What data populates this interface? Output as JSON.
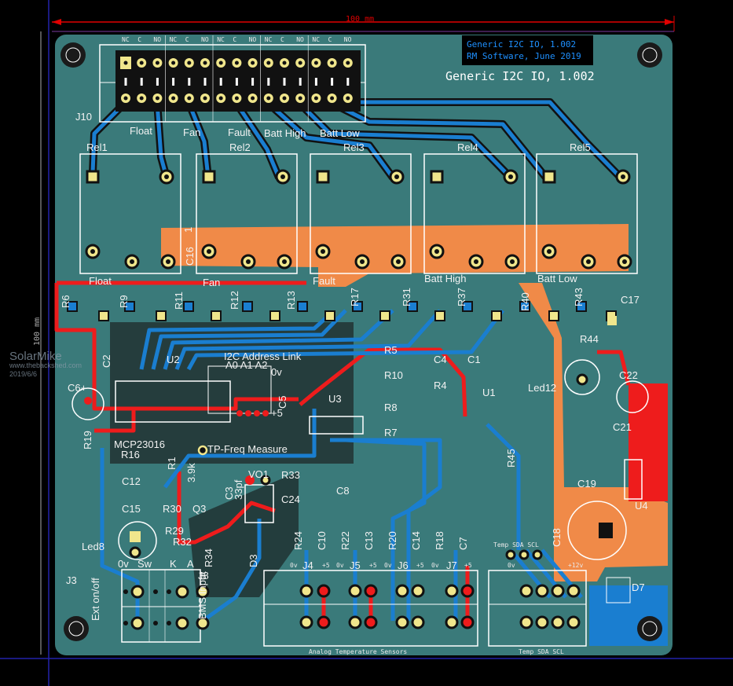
{
  "dimensions": {
    "horizontal": "100 mm",
    "vertical": "100 mm"
  },
  "watermark": {
    "name": "SolarMike",
    "site": "www.thebackshed.com",
    "date": "2019/6/6"
  },
  "title_block": {
    "line1": "Generic I2C IO, 1.002",
    "line2": "RM Software, June 2019"
  },
  "board_title": "Generic I2C IO, 1.002",
  "header_j10": {
    "ref": "J10",
    "pin_labels": [
      "NC",
      "C",
      "NO",
      "NC",
      "C",
      "NO",
      "NC",
      "C",
      "NO",
      "NC",
      "C",
      "NO",
      "NC",
      "C",
      "NO"
    ],
    "channel_labels": [
      "Float",
      "Fan",
      "Fault",
      "Batt High",
      "Batt Low"
    ]
  },
  "relays": [
    "Rel1",
    "Rel2",
    "Rel3",
    "Rel4",
    "Rel5"
  ],
  "relay_output_labels": [
    "Float",
    "Fan",
    "Fault",
    "Batt High",
    "Batt Low"
  ],
  "components": {
    "R6": "R6",
    "R9": "R9",
    "R11": "R11",
    "R12": "R12",
    "R13": "R13",
    "R17": "R17",
    "R31": "R31",
    "R37": "R37",
    "R40": "R40",
    "R43": "R43",
    "C17": "C17",
    "C16": "C16",
    "C16_pin": "1",
    "C2": "C2",
    "U2": "U2",
    "C6": "C6+",
    "R19": "R19",
    "MCP": "MCP23016",
    "R16": "R16",
    "R1": "R1",
    "R1_val": "3.9k",
    "TP": "TP-Freq Measure",
    "C12": "C12",
    "C15": "C15",
    "R30": "R30",
    "Q3": "Q3",
    "R29": "R29",
    "R32": "R32",
    "Led8": "Led8",
    "R34": "R34",
    "D3": "D3",
    "J3": "J3",
    "J8": "J8",
    "ExtOnOff": "Ext on/off",
    "BMS": "BMS Input",
    "Led8_0v": "0v",
    "Led8_sw": "Sw",
    "K": "K",
    "A": "A",
    "C3": "C3",
    "C3_val": "33pf",
    "VO1": "VO1",
    "R33": "R33",
    "C24": "C24",
    "C8": "C8",
    "C5": "C5",
    "I2C": "I2C Address Link",
    "A012": "A0 A1 A2",
    "I2C_0v": "0v",
    "I2C_5": "+5",
    "U3": "U3",
    "R5": "R5",
    "R10": "R10",
    "R8": "R8",
    "R7": "R7",
    "C4": "C4",
    "C1": "C1",
    "R4": "R4",
    "U1": "U1",
    "R44": "R44",
    "Led12": "Led12",
    "C22": "C22",
    "C21": "C21",
    "R45": "R45",
    "C19": "C19",
    "U4": "U4",
    "C18": "C18",
    "D7": "D7",
    "R24": "R24",
    "C10": "C10",
    "R22": "R22",
    "C13": "C13",
    "R20": "R20",
    "C14": "C14",
    "R18": "R18",
    "C7": "C7"
  },
  "sensor_connectors": [
    {
      "ref": "J4",
      "gnd": "0v",
      "vcc": "+5"
    },
    {
      "ref": "J5",
      "gnd": "0v",
      "vcc": "+5"
    },
    {
      "ref": "J6",
      "gnd": "0v",
      "vcc": "+5"
    },
    {
      "ref": "J7",
      "gnd": "0v",
      "vcc": "+5"
    }
  ],
  "sensor_group_label": "Analog Temperature Sensors",
  "i2c_connector": {
    "top_label": "Temp SDA SCL",
    "gnd": "0v",
    "vcc": "+12v",
    "bottom_label": "Temp SDA SCL"
  },
  "colors": {
    "board": "#3a7a7a",
    "top_copper": "#ee1c1c",
    "bottom_copper": "#1a7ed0",
    "pour": "#f08a48",
    "silk": "#ffffff",
    "pad": "#f0e68c",
    "dimension": "#e00000"
  }
}
